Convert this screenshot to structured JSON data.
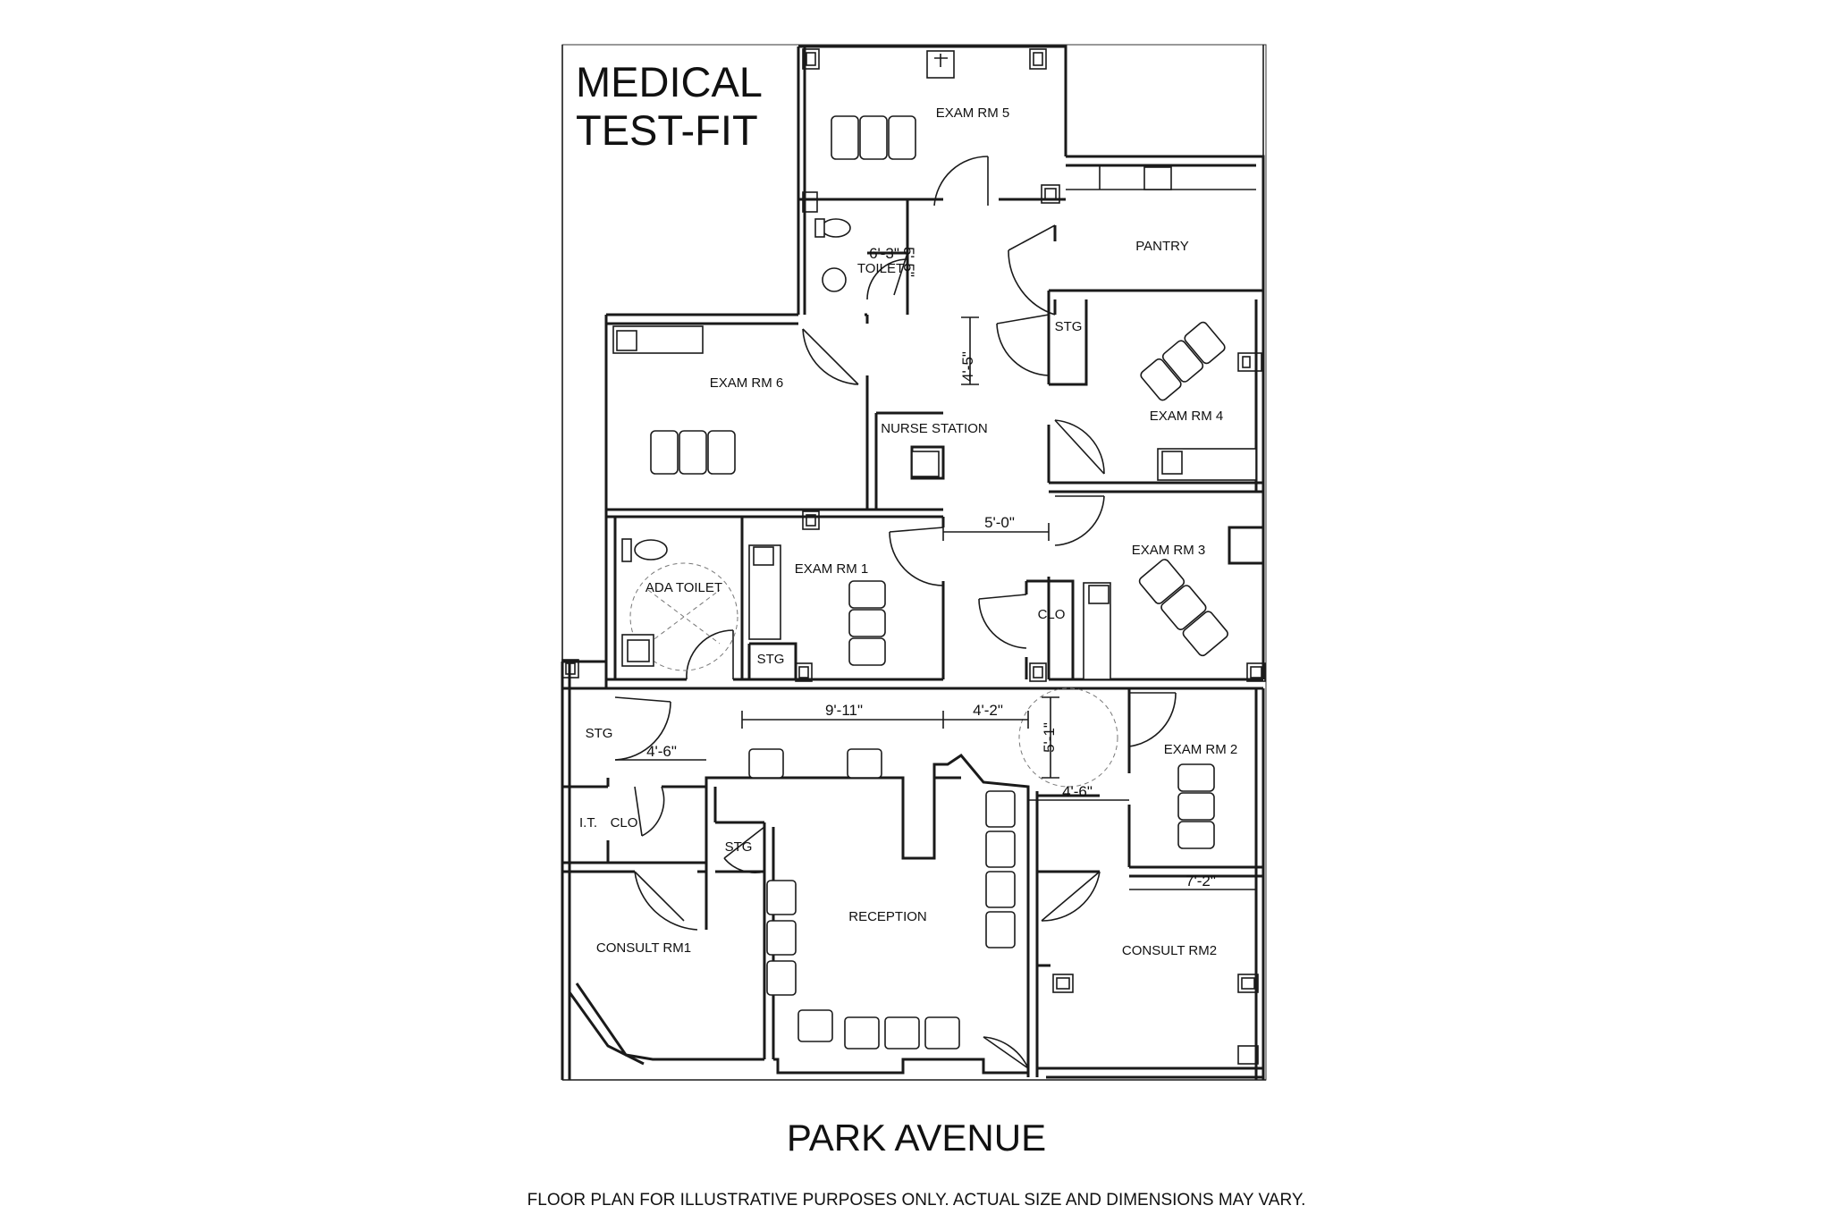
{
  "title": {
    "line1": "MEDICAL",
    "line2": "TEST-FIT"
  },
  "rooms": {
    "exam_rm_5": "EXAM RM 5",
    "pantry": "PANTRY",
    "toilet": "TOILET",
    "stg_upper": "STG",
    "exam_rm_6": "EXAM RM 6",
    "exam_rm_4": "EXAM RM 4",
    "nurse_station": "NURSE STATION",
    "exam_rm_3": "EXAM RM 3",
    "exam_rm_1": "EXAM RM 1",
    "ada_toilet": "ADA TOILET",
    "clo": "CLO",
    "stg_exam1": "STG",
    "stg_left": "STG",
    "exam_rm_2": "EXAM RM 2",
    "it": "I.T.",
    "it_clo": "CLO",
    "stg_reception": "STG",
    "reception": "RECEPTION",
    "consult_rm1": "CONSULT RM1",
    "consult_rm2": "CONSULT RM2"
  },
  "dimensions": {
    "toilet_width": "6'-3\"",
    "toilet_depth": "5'-5\"",
    "corridor_upper": "4'-5\"",
    "corridor_mid": "5'-0\"",
    "corridor_lower_a": "9'-11\"",
    "corridor_lower_b": "4'-2\"",
    "turning_radius": "5'-1\"",
    "entry_left": "4'-6\"",
    "entry_right": "4'-6\"",
    "consult2_width": "7'-2\""
  },
  "street_label": "PARK AVENUE",
  "disclaimer": "FLOOR PLAN FOR ILLUSTRATIVE PURPOSES ONLY. ACTUAL SIZE AND DIMENSIONS MAY VARY."
}
